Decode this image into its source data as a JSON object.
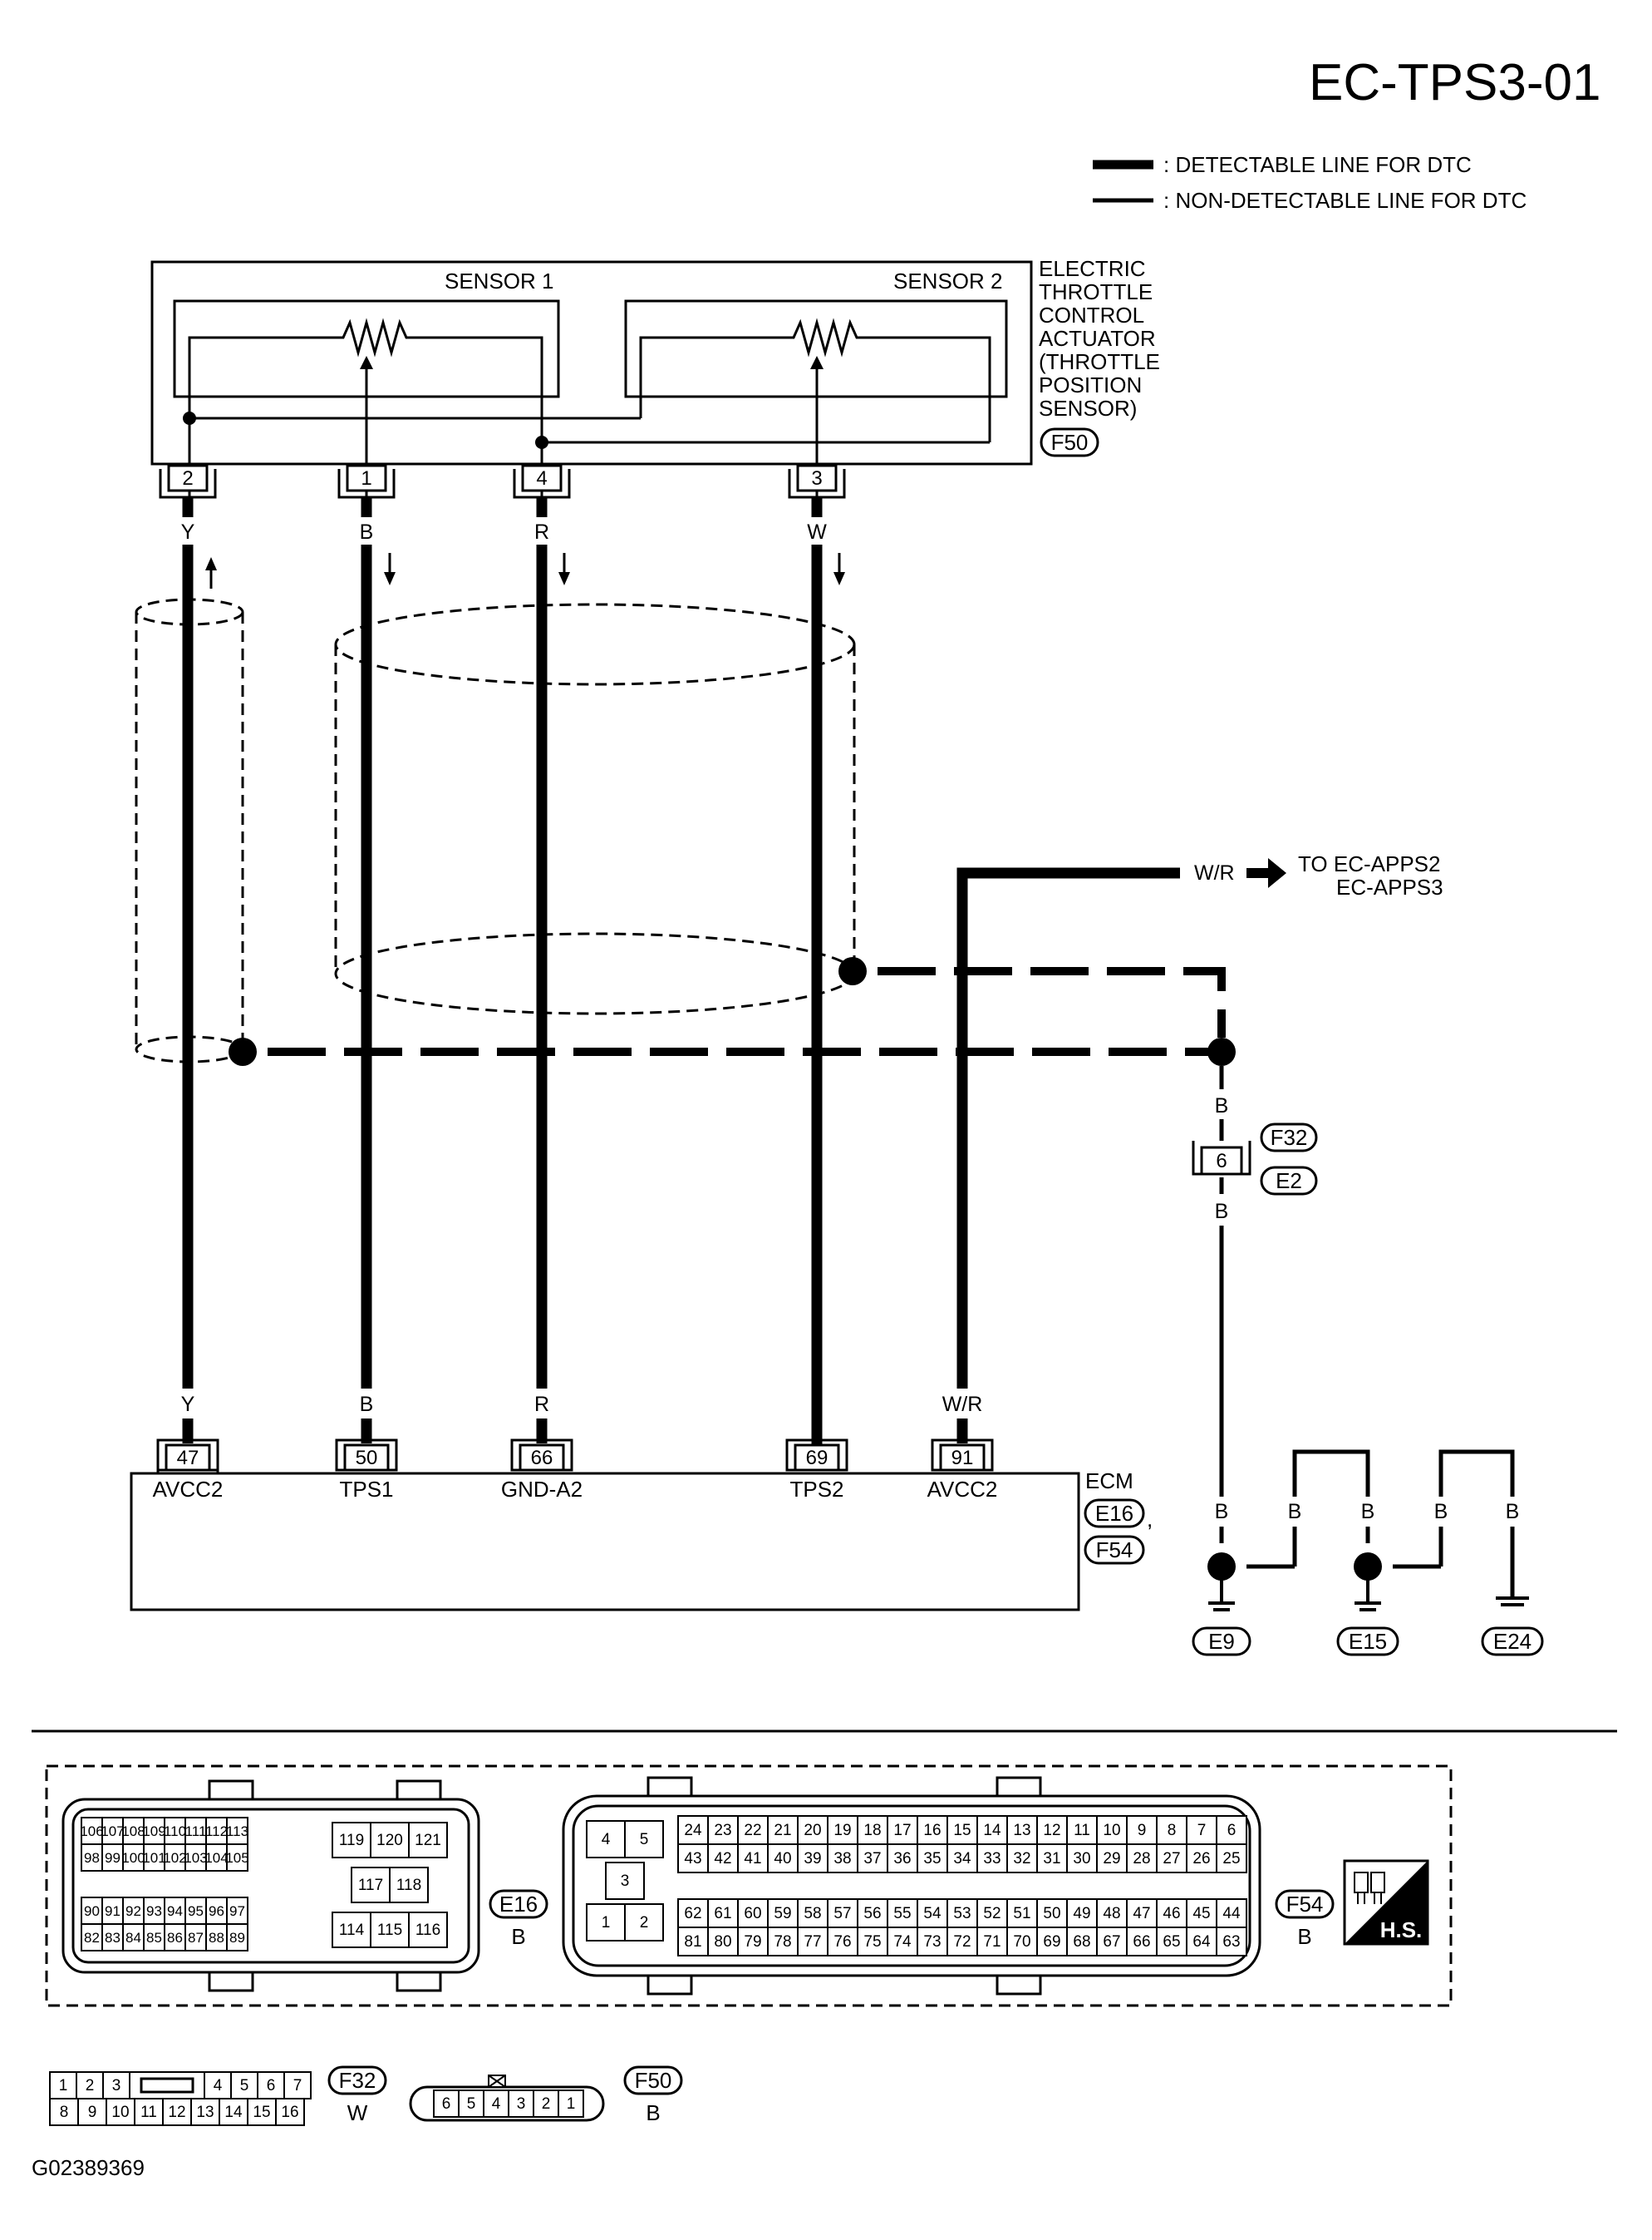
{
  "diagram_id": "EC-TPS3-01",
  "image_code": "G02389369",
  "legend": {
    "detectable": ": DETECTABLE LINE FOR DTC",
    "non_detectable": ": NON-DETECTABLE LINE FOR DTC"
  },
  "actuator": {
    "label_lines": [
      "ELECTRIC",
      "THROTTLE",
      "CONTROL",
      "ACTUATOR",
      "(THROTTLE",
      "POSITION",
      "SENSOR)"
    ],
    "connector": "F50",
    "sensor1": "SENSOR 1",
    "sensor2": "SENSOR 2",
    "pins": [
      "2",
      "1",
      "4",
      "3"
    ]
  },
  "top_wire_colors": [
    "Y",
    "B",
    "R",
    "W"
  ],
  "bottom_wire_colors": [
    "Y",
    "B",
    "R",
    "W/R"
  ],
  "to_ref": {
    "color": "W/R",
    "line1": "TO EC-APPS2",
    "line2": "EC-APPS3"
  },
  "ground_path": {
    "upper_color": "B",
    "lower_color": "B",
    "pin": "6",
    "conn_top": "F32",
    "conn_bottom": "E2",
    "colors": [
      "B",
      "B",
      "B",
      "B",
      "B"
    ],
    "grounds": [
      "E9",
      "E15",
      "E24"
    ]
  },
  "ecm": {
    "label": "ECM",
    "connectors": [
      "E16",
      "F54"
    ],
    "pins": [
      "47",
      "50",
      "66",
      "69",
      "91"
    ],
    "signals": [
      "AVCC2",
      "TPS1",
      "GND-A2",
      "TPS2",
      "AVCC2"
    ]
  },
  "e16_face": {
    "name": "E16",
    "color": "B",
    "row1": [
      "106",
      "107",
      "108",
      "109",
      "110",
      "111",
      "112",
      "113"
    ],
    "row2": [
      "98",
      "99",
      "100",
      "101",
      "102",
      "103",
      "104",
      "105"
    ],
    "row3": [
      "90",
      "91",
      "92",
      "93",
      "94",
      "95",
      "96",
      "97"
    ],
    "row4": [
      "82",
      "83",
      "84",
      "85",
      "86",
      "87",
      "88",
      "89"
    ],
    "big_top": [
      "119",
      "120",
      "121"
    ],
    "big_mid": [
      "117",
      "118"
    ],
    "big_bot": [
      "114",
      "115",
      "116"
    ]
  },
  "f54_face": {
    "name": "F54",
    "color": "B",
    "left_top": [
      "4",
      "5"
    ],
    "left_mid": [
      "3"
    ],
    "left_bot": [
      "1",
      "2"
    ],
    "row1": [
      "24",
      "23",
      "22",
      "21",
      "20",
      "19",
      "18",
      "17",
      "16",
      "15",
      "14",
      "13",
      "12",
      "11",
      "10",
      "9",
      "8",
      "7",
      "6"
    ],
    "row2": [
      "43",
      "42",
      "41",
      "40",
      "39",
      "38",
      "37",
      "36",
      "35",
      "34",
      "33",
      "32",
      "31",
      "30",
      "29",
      "28",
      "27",
      "26",
      "25"
    ],
    "row3": [
      "62",
      "61",
      "60",
      "59",
      "58",
      "57",
      "56",
      "55",
      "54",
      "53",
      "52",
      "51",
      "50",
      "49",
      "48",
      "47",
      "46",
      "45",
      "44"
    ],
    "row4": [
      "81",
      "80",
      "79",
      "78",
      "77",
      "76",
      "75",
      "74",
      "73",
      "72",
      "71",
      "70",
      "69",
      "68",
      "67",
      "66",
      "65",
      "64",
      "63"
    ],
    "hs_label": "H.S."
  },
  "f32_face": {
    "name": "F32",
    "color": "W",
    "row1_left": [
      "1",
      "2",
      "3"
    ],
    "row1_right": [
      "4",
      "5",
      "6",
      "7"
    ],
    "row2": [
      "8",
      "9",
      "10",
      "11",
      "12",
      "13",
      "14",
      "15",
      "16"
    ]
  },
  "f50_face": {
    "name": "F50",
    "color": "B",
    "pins": [
      "6",
      "5",
      "4",
      "3",
      "2",
      "1"
    ]
  }
}
